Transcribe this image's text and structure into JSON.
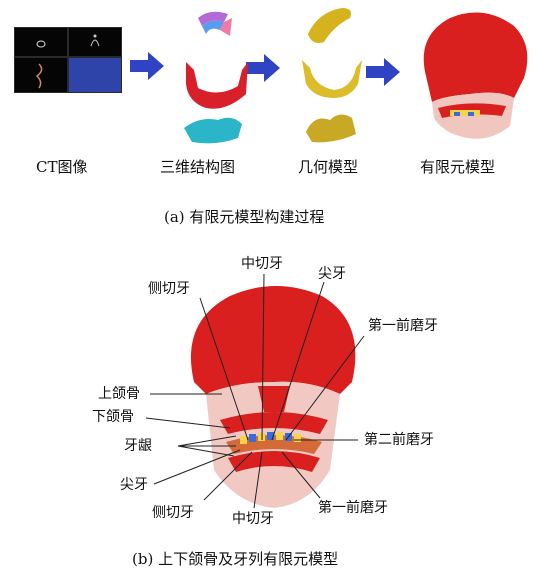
{
  "panel_a": {
    "stages": [
      "CT图像",
      "三维结构图",
      "几何模型",
      "有限元模型"
    ],
    "caption": "(a) 有限元模型构建过程"
  },
  "panel_b": {
    "labels": {
      "central_incisor_top": "中切牙",
      "canine_top": "尖牙",
      "lateral_incisor_top": "侧切牙",
      "first_premolar_top": "第一前磨牙",
      "maxilla": "上颌骨",
      "mandible": "下颌骨",
      "gingiva": "牙龈",
      "second_premolar": "第二前磨牙",
      "canine_bottom": "尖牙",
      "lateral_incisor_bottom": "侧切牙",
      "central_incisor_bottom": "中切牙",
      "first_premolar_bottom": "第一前磨牙"
    },
    "caption": "(b) 上下颌骨及牙列有限元模型"
  },
  "colors": {
    "arrow": "#2f44c4",
    "skull_red": "#d9201f",
    "bone_pink": "#f1c7c1",
    "geometry_yellow": "#e2bd2a",
    "ct_bg": "#050505"
  }
}
